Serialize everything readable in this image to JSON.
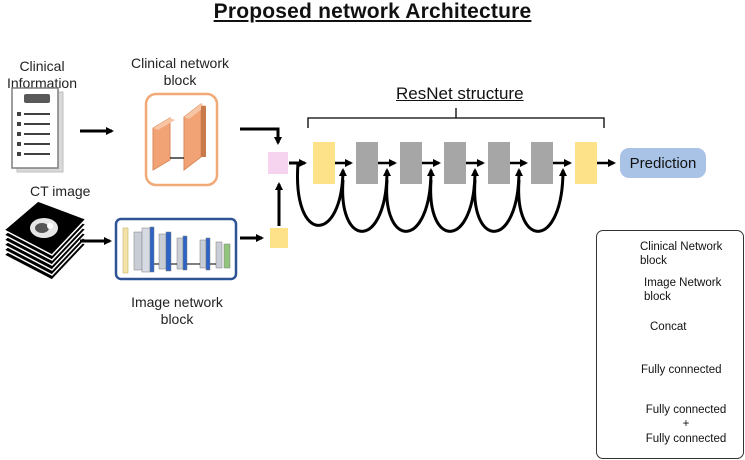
{
  "title": "Proposed network Architecture",
  "inputs": {
    "clinical": "Clinical\nInformation",
    "ct": "CT image"
  },
  "blocks": {
    "clinical_label": "Clinical network\nblock",
    "image_label": "Image network\nblock"
  },
  "resnet_label": "ResNet structure",
  "prediction": "Prediction",
  "legend": {
    "clinical": "Clinical Network\nblock",
    "image": "Image Network\nblock",
    "concat": "Concat",
    "fc": "Fully connected",
    "fc_fc_top": "Fully connected",
    "fc_fc_plus": "+",
    "fc_fc_bottom": "Fully connected"
  },
  "colors": {
    "fully_connected": "#fde28a",
    "fc_fc": "#a6a6a6",
    "concat": "#f6d3ef",
    "clinical_border": "#f1a978",
    "clinical_fill": "#f2a375",
    "image_border": "#2f5496",
    "prediction": "#a9c3e6"
  }
}
